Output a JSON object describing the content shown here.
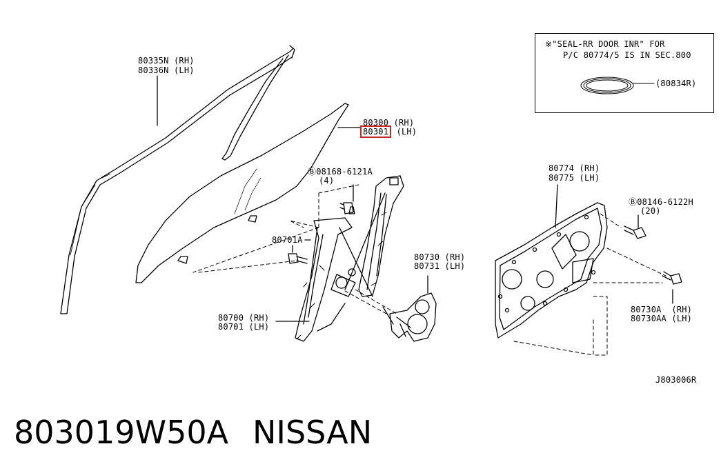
{
  "labels": {
    "glass_run_rh": "80335N (RH)",
    "glass_run_lh": "80336N (LH)",
    "glass_rh": "80300 (RH)",
    "glass_lh_code": "80301",
    "glass_lh_side": "(LH)",
    "bolt_a_code": "Ⓑ08168-6121A",
    "bolt_a_qty": "(4)",
    "bolt_80701a": "80701A",
    "regulator_rh": "80700 (RH)",
    "regulator_lh": "80701 (LH)",
    "motor_rh": "80730 (RH)",
    "motor_lh": "80731 (LH)",
    "sealing_rh": "80774 (RH)",
    "sealing_lh": "80775 (LH)",
    "bolt_b_code": "Ⓑ08146-6122H",
    "bolt_b_qty": "(20)",
    "screw_rh": "80730A  (RH)",
    "screw_lh": "80730AA (LH)",
    "diagram_code": "J803006R"
  },
  "note": {
    "line1": "※\"SEAL-RR DOOR INR\" FOR",
    "line2": "P/C 80774/5 IS IN SEC.800",
    "seal_label": "(80834R)"
  },
  "footer": {
    "part_number": "803019W50A",
    "brand": "NISSAN"
  },
  "colors": {
    "highlight": "#e0201e",
    "line": "#000000"
  }
}
